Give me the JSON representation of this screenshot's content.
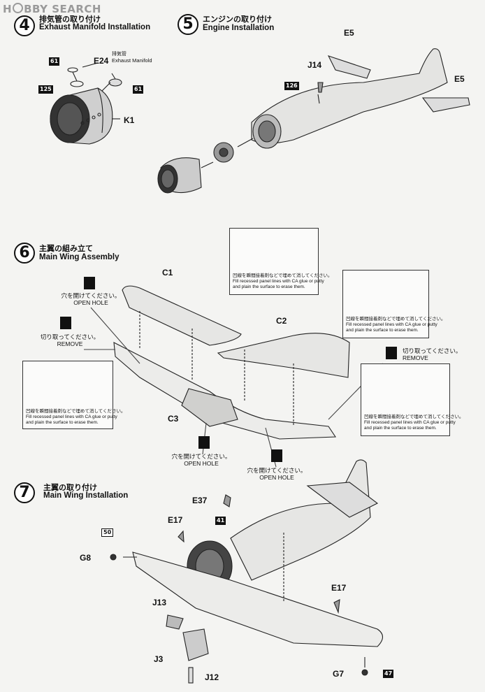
{
  "watermark": {
    "pre": "H",
    "post": "BBY SEARCH"
  },
  "steps": [
    {
      "number": "4",
      "title_ja": "排気管の取り付け",
      "title_en": "Exhaust Manifold Installation"
    },
    {
      "number": "5",
      "title_ja": "エンジンの取り付け",
      "title_en": "Engine Installation"
    },
    {
      "number": "6",
      "title_ja": "主翼の組み立て",
      "title_en": "Main Wing Assembly"
    },
    {
      "number": "7",
      "title_ja": "主翼の取り付け",
      "title_en": "Main Wing Installation"
    }
  ],
  "parts": {
    "e24": "E24",
    "e24_ja": "排気管",
    "e24_en": "Exhaust Manifold",
    "k1": "K1",
    "e5": "E5",
    "j14": "J14",
    "c1": "C1",
    "c2": "C2",
    "c3": "C3",
    "e37": "E37",
    "e17": "E17",
    "g8": "G8",
    "g7": "G7",
    "j13": "J13",
    "j3": "J3",
    "j12": "J12"
  },
  "refs": {
    "r61": "61",
    "r125": "125",
    "r126": "126",
    "r41": "41",
    "r50": "50",
    "r47": "47"
  },
  "open_hole": {
    "ja": "穴を開けてください。",
    "en": "OPEN HOLE"
  },
  "remove": {
    "ja": "切り取ってください。",
    "en": "REMOVE"
  },
  "fill_note": {
    "ja": "凹線を瞬間接着剤などで埋めて消してください。",
    "en1": "Fill recessed panel lines with CA glue or putty",
    "en2": "and plain the surface to erase them."
  },
  "colors": {
    "ink": "#111111",
    "paper": "#f4f4f2",
    "watermark": "#9a9a9a"
  }
}
